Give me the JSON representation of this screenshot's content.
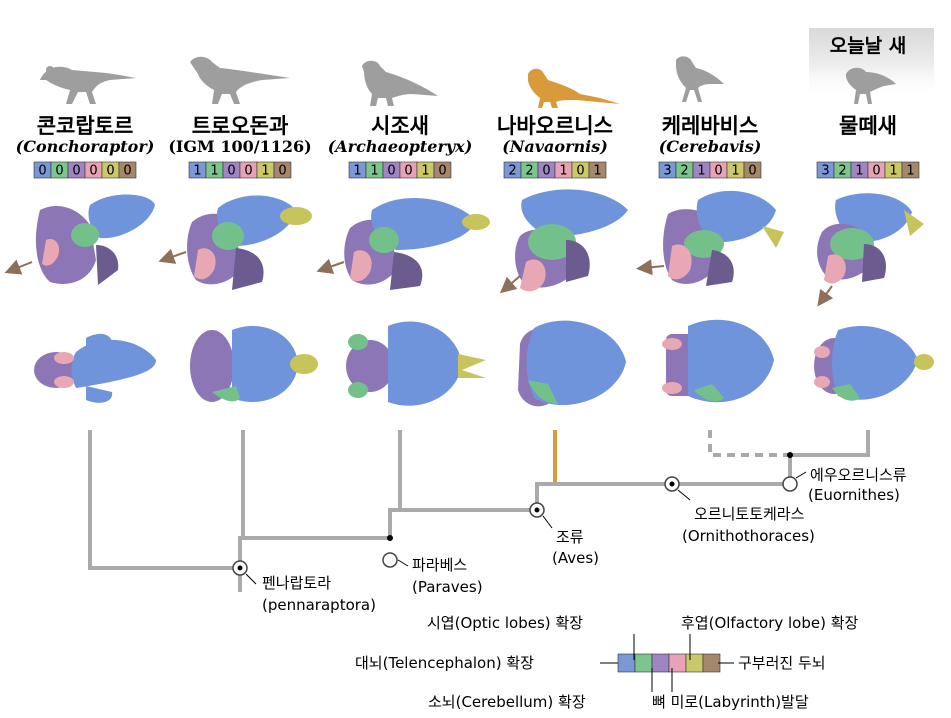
{
  "today_label": "오늘날 새",
  "taxa": [
    {
      "name": "콘코랍토르",
      "sci": "(Conchoraptor)",
      "sci_italic": true,
      "scores": [
        "0",
        "0",
        "0",
        "0",
        "0",
        "0"
      ]
    },
    {
      "name": "트로오돈과",
      "sci": "(IGM 100/1126)",
      "sci_italic": false,
      "scores": [
        "1",
        "1",
        "0",
        "0",
        "1",
        "0"
      ]
    },
    {
      "name": "시조새",
      "sci": "(Archaeopteryx)",
      "sci_italic": true,
      "scores": [
        "1",
        "1",
        "0",
        "0",
        "1",
        "0"
      ]
    },
    {
      "name": "나바오르니스",
      "sci": "(Navaornis)",
      "sci_italic": true,
      "scores": [
        "2",
        "2",
        "0",
        "1",
        "0",
        "1"
      ]
    },
    {
      "name": "케레바비스",
      "sci": "(Cerebavis)",
      "sci_italic": true,
      "scores": [
        "3",
        "2",
        "1",
        "0",
        "1",
        "0"
      ]
    },
    {
      "name": "물떼새",
      "sci": "",
      "sci_italic": false,
      "scores": [
        "3",
        "2",
        "1",
        "0",
        "1",
        "1"
      ]
    }
  ],
  "nodes": [
    {
      "name": "펜나랍토라",
      "sci": "(pennaraptora)"
    },
    {
      "name": "파라베스",
      "sci": "(Paraves)"
    },
    {
      "name": "조류",
      "sci": "(Aves)"
    },
    {
      "name": "오르니토토케라스",
      "sci": "(Ornithothoraces)"
    },
    {
      "name": "에우오르니스류",
      "sci": "(Euornithes)"
    }
  ],
  "legend": {
    "optic": "시엽(Optic lobes) 확장",
    "olfactory": "후엽(Olfactory lobe) 확장",
    "telencephalon": "대뇌(Telencephalon) 확장",
    "flexed": "구부러진 두뇌",
    "cerebellum": "소뇌(Cerebellum) 확장",
    "labyrinth": "뼈 미로(Labyrinth)발달"
  },
  "colors": {
    "telencephalon": "#7b97d6",
    "optic": "#7cc58d",
    "cerebellum": "#9f86c3",
    "labyrinth": "#e7a3b5",
    "olfactory": "#c9c96a",
    "flexed": "#a5876b",
    "brain_blue": "#6f94db",
    "brain_green": "#73c08a",
    "brain_purple": "#8d76b6",
    "brain_dark": "#6b5b8f",
    "brain_pink": "#e8a8b3",
    "brain_yellow": "#c8c45c",
    "tree_gray": "#aaaaaa",
    "tree_orange": "#d99a3c",
    "silhouette_gray": "#9e9e9e",
    "silhouette_orange": "#d99a3c",
    "arrow_brown": "#8d6f5a"
  },
  "icons": [
    "theropod-silhouette-icon",
    "bird-silhouette-icon",
    "flexure-arrow-icon",
    "node-circle-icon"
  ]
}
